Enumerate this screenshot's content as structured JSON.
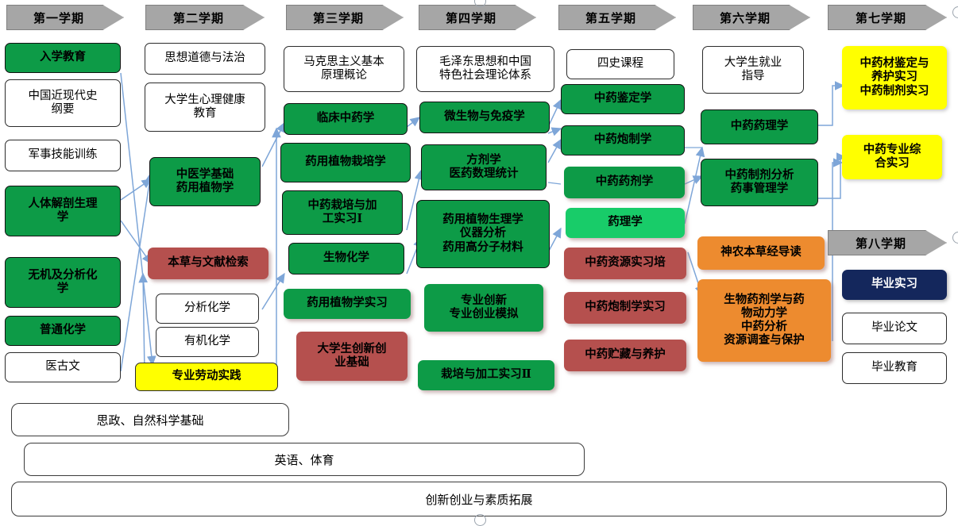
{
  "title": "中药学专业课程体系流程图",
  "colors": {
    "header_gray": "#A6A6A6",
    "green": "#0D9B47",
    "light_green": "#18CC69",
    "red": "#B5504E",
    "yellow": "#FFFF00",
    "orange": "#ED8B2F",
    "navy": "#14275C",
    "white": "#FFFFFF",
    "connector_blue": "#7EA6D8"
  },
  "semesters": [
    {
      "id": "s1",
      "label": "第一学期"
    },
    {
      "id": "s2",
      "label": "第二学期"
    },
    {
      "id": "s3",
      "label": "第三学期"
    },
    {
      "id": "s4",
      "label": "第四学期"
    },
    {
      "id": "s5",
      "label": "第五学期"
    },
    {
      "id": "s6",
      "label": "第六学期"
    },
    {
      "id": "s7",
      "label": "第七学期"
    },
    {
      "id": "s8",
      "label": "第八学期"
    }
  ],
  "courses": {
    "c1": "入学教育",
    "c2": "中国近现代史\n纲要",
    "c3": "军事技能训练",
    "c4": "人体解剖生理\n学",
    "c5": "无机及分析化\n学",
    "c6": "普通化学",
    "c7": "医古文",
    "c8": "思想道德与法治",
    "c9": "大学生心理健康\n教育",
    "c10": "中医学基础\n药用植物学",
    "c11": "本草与文献检索",
    "c12": "分析化学",
    "c13": "有机化学",
    "c14": "专业劳动实践",
    "c15": "马克思主义基本\n原理概论",
    "c16": "临床中药学",
    "c17": "药用植物栽培学",
    "c18": "中药栽培与加\n工实习Ⅰ",
    "c19": "生物化学",
    "c20": "药用植物学实习",
    "c21": "大学生创新创\n业基础",
    "c22": "毛泽东思想和中国\n特色社会理论体系",
    "c23": "微生物与免疫学",
    "c24": "方剂学\n医药数理统计",
    "c25": "药用植物生理学\n仪器分析\n药用高分子材料",
    "c26": "专业创新\n专业创业模拟",
    "c27": "栽培与加工实习Ⅱ",
    "c28": "四史课程",
    "c29": "中药鉴定学",
    "c30": "中药炮制学",
    "c31": "中药药剂学",
    "c32": "药理学",
    "c33": "中药资源实习培",
    "c34": "中药炮制学实习",
    "c35": "中药贮藏与养护",
    "c36": "大学生就业\n指导",
    "c37": "中药药理学",
    "c38": "中药制剂分析\n药事管理学",
    "c39": "神农本草经导读",
    "c40": "生物药剂学与药\n物动力学\n中药分析\n资源调查与保护",
    "c41": "中药材鉴定与\n养护实习\n中药制剂实习",
    "c42": "中药专业综\n合实习",
    "c43": "毕业实习",
    "c44": "毕业论文",
    "c45": "毕业教育"
  },
  "footer_bars": [
    {
      "id": "f1",
      "label": "思政、自然科学基础"
    },
    {
      "id": "f2",
      "label": "英语、体育"
    },
    {
      "id": "f3",
      "label": "创新创业与素质拓展"
    }
  ]
}
